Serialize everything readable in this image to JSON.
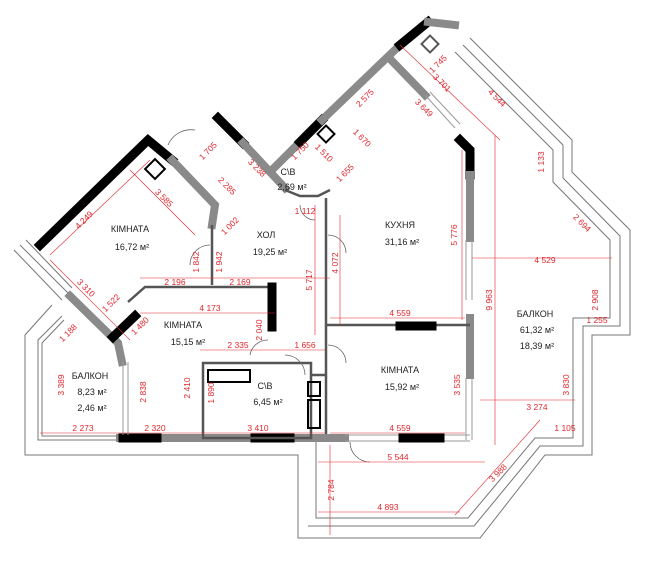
{
  "rooms": {
    "room1": {
      "name": "КІМНАТА",
      "area": "16,72 м²"
    },
    "hall": {
      "name": "ХОЛ",
      "area": "19,25 м²"
    },
    "wc1": {
      "name": "С\\В",
      "area": "2,69 м²"
    },
    "kitchen": {
      "name": "КУХНЯ",
      "area": "31,16 м²"
    },
    "balcony_big": {
      "name": "БАЛКОН",
      "area": "61,32 м²",
      "area2": "18,39 м²"
    },
    "room2": {
      "name": "КІМНАТА",
      "area": "15,15 м²"
    },
    "wc2": {
      "name": "С\\В",
      "area": "6,45 м²"
    },
    "room3": {
      "name": "КІМНАТА",
      "area": "15,92 м²"
    },
    "balcony_small": {
      "name": "БАЛКОН",
      "area": "8,23 м²",
      "area2": "2,46 м²"
    }
  },
  "dimensions": {
    "d4249": "4 249",
    "d3585": "3 585",
    "d3310": "3 310",
    "d1522": "1 522",
    "d1705": "1 705",
    "d3238": "3 238",
    "d2285": "2 285",
    "d1112": "1 112",
    "d1002": "1 002",
    "d1842": "1 842",
    "d1942": "1 942",
    "d2196": "2 196",
    "d2169": "2 169",
    "d5717": "5 717",
    "d1750": "1 750",
    "d1510": "1 510",
    "d1670": "1 670",
    "d1655": "1 655",
    "d2575": "2 575",
    "d3649": "3 649",
    "d3701": "3 701",
    "d1745": "1 745",
    "d4544": "4 544",
    "d5776": "5 776",
    "d4072": "4 072",
    "d1133": "1 133",
    "d2694": "2 694",
    "d4529": "4 529",
    "d2908": "2 908",
    "d1255": "1 255",
    "d9963": "9 963",
    "d3830": "3 830",
    "d3274": "3 274",
    "d1105": "1 105",
    "d3988": "3 988",
    "d5544": "5 544",
    "d4893": "4 893",
    "d2784": "2 784",
    "d4559a": "4 559",
    "d4559b": "4 559",
    "d3535": "3 535",
    "d4173": "4 173",
    "d1480": "1 480",
    "d2040": "2 040",
    "d2335": "2 335",
    "d1656": "1 656",
    "d2838": "2 838",
    "d2410": "2 410",
    "d2320": "2 320",
    "d1890": "1 890",
    "d3410": "3 410",
    "d1188": "1 188",
    "d3389": "3 389",
    "d2273": "2 273"
  },
  "colors": {
    "dimension": "#e0282e",
    "wall": "#8a8a8a",
    "load_bearing_wall": "#000000"
  }
}
